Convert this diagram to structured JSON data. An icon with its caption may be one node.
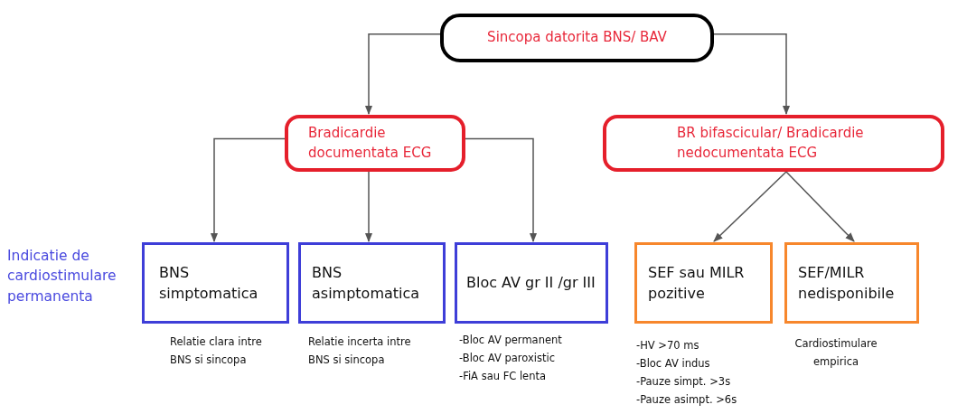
{
  "diagram": {
    "nodes": [
      {
        "text": [
          "Sincopa datorita BNS/ BAV"
        ]
      },
      {
        "text": [
          "Bradicardie documentata ECG"
        ]
      },
      {
        "text": [
          "BR bifascicular/ Bradicardie nedocumentata ECG"
        ]
      },
      {
        "text": [
          "BNS simptomatica"
        ],
        "beside": [
          "Relatie clara intre BNS si sincopa"
        ]
      },
      {
        "text": [
          "BNS asimptomatica"
        ],
        "beside": [
          "Relatie incerta intre BNS si sincopa"
        ]
      },
      {
        "text": [
          "Bloc AV gr II /gr III"
        ],
        "beside": [
          "-Bloc AV permanent",
          "-Bloc AV paroxistic",
          "-FiA sau FC lenta"
        ]
      },
      {
        "text": [
          "SEF sau MILR pozitive"
        ],
        "beside": [
          "-HV >70 ms",
          "-Bloc AV indus",
          "-Pauze simpt. >3s",
          "-Pauze asimpt. >6s"
        ]
      },
      {
        "text": [
          "SEF/MILR nedisponibile"
        ],
        "beside": [
          "Cardiostimulare empirica"
        ]
      }
    ],
    "edges": [
      {
        "from": 0,
        "to": 1,
        "arrow": "to"
      },
      {
        "from": 0,
        "to": 2,
        "arrow": "to"
      },
      {
        "from": 1,
        "to": 3,
        "arrow": "to"
      },
      {
        "from": 1,
        "to": 4,
        "arrow": "to"
      },
      {
        "from": 1,
        "to": 5,
        "arrow": "to"
      },
      {
        "from": 2,
        "to": 6,
        "arrow": "to"
      },
      {
        "from": 2,
        "to": 7,
        "arrow": "to"
      }
    ],
    "labels": [
      "Indicatie de cardiostimulare permanenta"
    ]
  }
}
